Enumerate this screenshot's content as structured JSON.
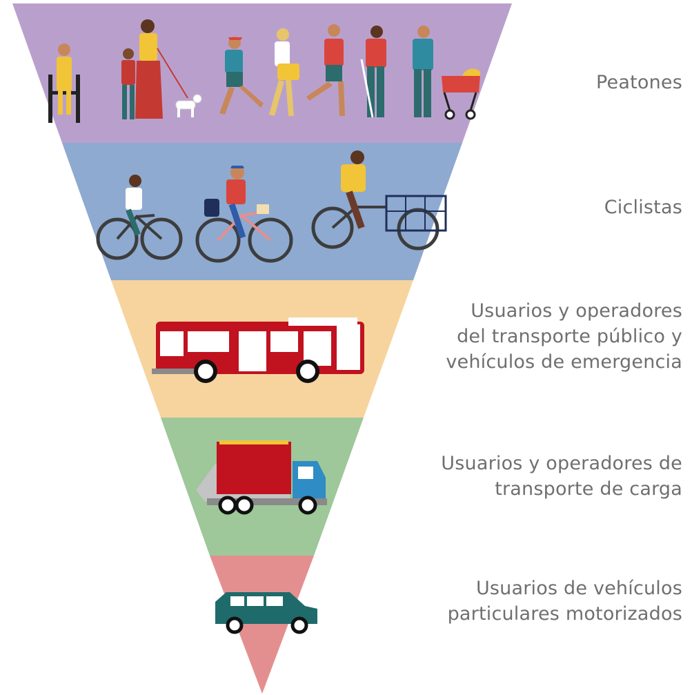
{
  "tiers": [
    {
      "lines": [
        "Peatones"
      ],
      "color": "#b9a0cc",
      "icons": [
        "wheelchair-user-icon",
        "child-icon",
        "woman-walking-dog-icon",
        "dog-icon",
        "walking-person-icon",
        "woman-walking-icon",
        "runner-icon",
        "person-with-white-cane-icon",
        "person-with-stroller-icon",
        "stroller-icon"
      ]
    },
    {
      "lines": [
        "Ciclistas"
      ],
      "color": "#8eaad0",
      "icons": [
        "cyclist-icon",
        "cyclist-with-child-seat-icon",
        "cargo-tricycle-icon"
      ]
    },
    {
      "lines": [
        "Usuarios y operadores",
        "del transporte público y",
        "vehículos de emergencia"
      ],
      "color": "#f7d49e",
      "icons": [
        "bus-icon"
      ]
    },
    {
      "lines": [
        "Usuarios y operadores de",
        "transporte de carga"
      ],
      "color": "#9ec79a",
      "icons": [
        "cargo-truck-icon"
      ]
    },
    {
      "lines": [
        "Usuarios de vehículos",
        "particulares motorizados"
      ],
      "color": "#e48f8f",
      "icons": [
        "car-icon"
      ]
    }
  ]
}
